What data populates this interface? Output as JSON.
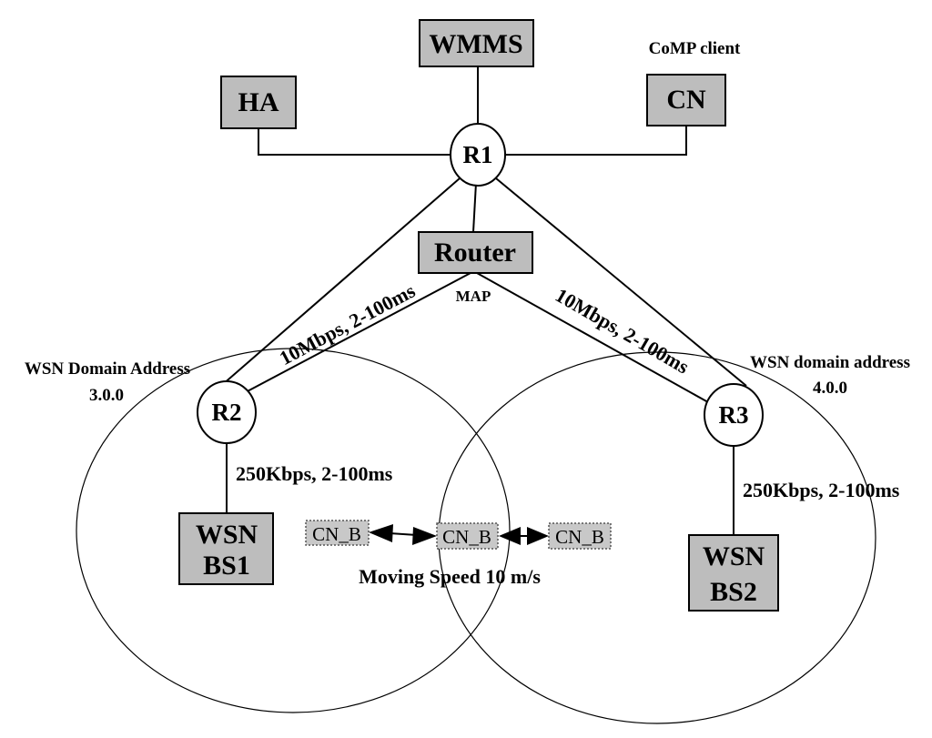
{
  "nodes": {
    "wmms": "WMMS",
    "ha": "HA",
    "cn": "CN",
    "comp_client": "CoMP client",
    "r1": "R1",
    "router": "Router",
    "map": "MAP",
    "r2": "R2",
    "r3": "R3",
    "wsn_bs1_line1": "WSN",
    "wsn_bs1_line2": "BS1",
    "wsn_bs2_line1": "WSN",
    "wsn_bs2_line2": "BS2",
    "cn_b_left": "CN_B",
    "cn_b_center": "CN_B",
    "cn_b_right": "CN_B"
  },
  "links": {
    "router_r2": "10Mbps, 2-100ms",
    "router_r3": "10Mbps, 2-100ms",
    "r2_bs1": "250Kbps, 2-100ms",
    "r3_bs2": "250Kbps, 2-100ms"
  },
  "domains": {
    "left_title": "WSN Domain Address",
    "left_address": "3.0.0",
    "right_title": "WSN domain address",
    "right_address": "4.0.0"
  },
  "mobility": {
    "speed_label": "Moving Speed 10 m/s"
  }
}
